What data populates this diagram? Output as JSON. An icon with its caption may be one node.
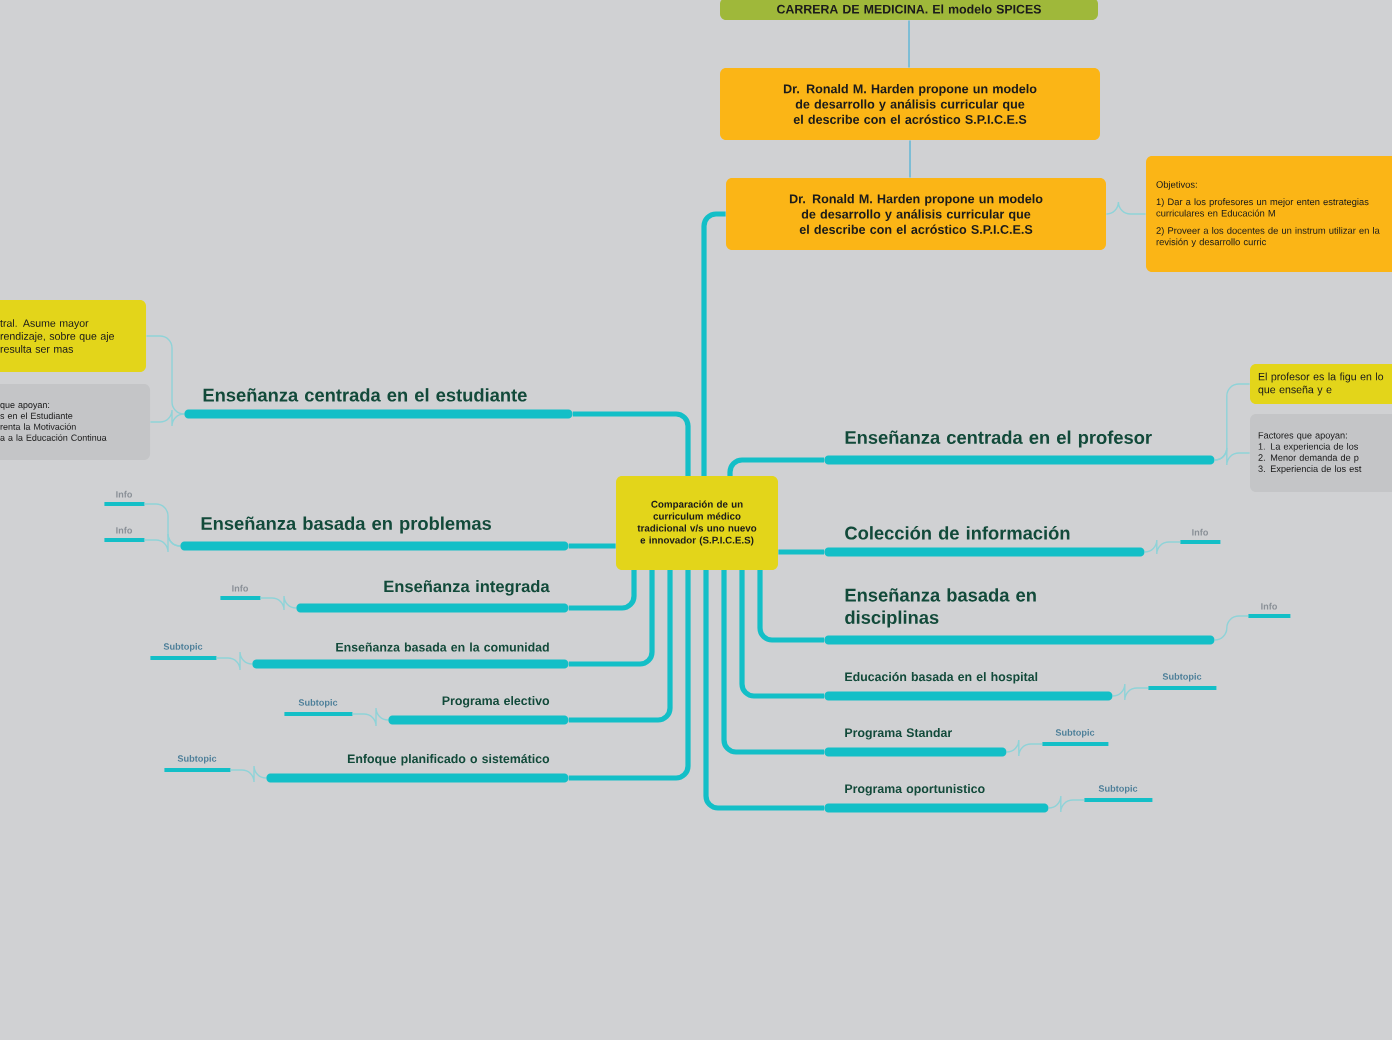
{
  "diagram": {
    "nodes": [
      {
        "text": [
          "CARRERA DE MEDICINA. El modelo SPICES"
        ]
      },
      {
        "text": [
          "Dr. Ronald M. Harden propone un modelo de desarrollo y análisis curricular que el describe con el acróstico S.P.I.C.E.S"
        ]
      },
      {
        "text": [
          "Dr. Ronald M. Harden propone un modelo de desarrollo y análisis curricular que el describe con el acróstico S.P.I.C.E.S"
        ]
      },
      {
        "text": [
          "Objetivos:",
          "1) Dar a los profesores un mejor enten estrategias curriculares en Educación M",
          "2) Proveer a los docentes de un instrum utilizar en la revisión y desarrollo curric"
        ]
      },
      {
        "text": [
          "Comparación de un curriculum médico tradicional v/s uno nuevo e innovador (S.P.I.C.E.S)"
        ]
      },
      {
        "text": [
          "Enseñanza centrada en el estudiante"
        ]
      },
      {
        "text": [
          "tral. Asume mayor rendizaje, sobre que aje resulta ser mas"
        ]
      },
      {
        "text": [
          "que apoyan:",
          "s en el Estudiante",
          "renta la Motivación",
          "a a la Educación Continua"
        ]
      },
      {
        "text": [
          "Enseñanza basada en problemas"
        ]
      },
      {
        "text": [
          "Info"
        ]
      },
      {
        "text": [
          "Info"
        ]
      },
      {
        "text": [
          "Enseñanza integrada"
        ]
      },
      {
        "text": [
          "Info"
        ]
      },
      {
        "text": [
          "Enseñanza basada en la comunidad"
        ]
      },
      {
        "text": [
          "Subtopic"
        ]
      },
      {
        "text": [
          "Programa electivo"
        ]
      },
      {
        "text": [
          "Subtopic"
        ]
      },
      {
        "text": [
          "Enfoque planificado o sistemático"
        ]
      },
      {
        "text": [
          "Subtopic"
        ]
      },
      {
        "text": [
          "Enseñanza centrada en el profesor"
        ]
      },
      {
        "text": [
          "El profesor es la figu en lo que enseña y e"
        ]
      },
      {
        "text": [
          "Factores que apoyan:",
          "1. La experiencia de los",
          "2. Menor demanda de p",
          "3. Experiencia de los est"
        ]
      },
      {
        "text": [
          "Colección de información"
        ]
      },
      {
        "text": [
          "Info"
        ]
      },
      {
        "text": [
          "Enseñanza basada en disciplinas"
        ]
      },
      {
        "text": [
          "Info"
        ]
      },
      {
        "text": [
          "Educación basada en el hospital"
        ]
      },
      {
        "text": [
          "Subtopic"
        ]
      },
      {
        "text": [
          "Programa Standar"
        ]
      },
      {
        "text": [
          "Subtopic"
        ]
      },
      {
        "text": [
          "Programa oportunistico"
        ]
      },
      {
        "text": [
          "Subtopic"
        ]
      }
    ],
    "edges": [
      {
        "from": 0,
        "to": 1,
        "arrow": "none",
        "color": "#5ab4d6"
      },
      {
        "from": 1,
        "to": 2,
        "arrow": "none",
        "color": "#5ab4d6"
      },
      {
        "from": 2,
        "to": 3,
        "arrow": "none"
      },
      {
        "from": 4,
        "to": 2,
        "arrow": "none",
        "style": "thick",
        "color": "#13bfc7"
      },
      {
        "from": 4,
        "to": 5,
        "arrow": "none",
        "style": "thick",
        "color": "#13bfc7"
      },
      {
        "from": 5,
        "to": 6,
        "arrow": "none"
      },
      {
        "from": 5,
        "to": 7,
        "arrow": "none"
      },
      {
        "from": 4,
        "to": 8,
        "arrow": "none",
        "style": "thick",
        "color": "#13bfc7"
      },
      {
        "from": 8,
        "to": 9,
        "arrow": "none"
      },
      {
        "from": 8,
        "to": 10,
        "arrow": "none"
      },
      {
        "from": 4,
        "to": 11,
        "arrow": "none",
        "style": "thick",
        "color": "#13bfc7"
      },
      {
        "from": 11,
        "to": 12,
        "arrow": "none"
      },
      {
        "from": 4,
        "to": 13,
        "arrow": "none",
        "style": "thick",
        "color": "#13bfc7"
      },
      {
        "from": 13,
        "to": 14,
        "arrow": "none"
      },
      {
        "from": 4,
        "to": 15,
        "arrow": "none",
        "style": "thick",
        "color": "#13bfc7"
      },
      {
        "from": 15,
        "to": 16,
        "arrow": "none"
      },
      {
        "from": 4,
        "to": 17,
        "arrow": "none",
        "style": "thick",
        "color": "#13bfc7"
      },
      {
        "from": 17,
        "to": 18,
        "arrow": "none"
      },
      {
        "from": 4,
        "to": 19,
        "arrow": "none",
        "style": "thick",
        "color": "#13bfc7"
      },
      {
        "from": 19,
        "to": 20,
        "arrow": "none"
      },
      {
        "from": 19,
        "to": 21,
        "arrow": "none"
      },
      {
        "from": 4,
        "to": 22,
        "arrow": "none",
        "style": "thick",
        "color": "#13bfc7"
      },
      {
        "from": 22,
        "to": 23,
        "arrow": "none"
      },
      {
        "from": 4,
        "to": 24,
        "arrow": "none",
        "style": "thick",
        "color": "#13bfc7"
      },
      {
        "from": 24,
        "to": 25,
        "arrow": "none"
      },
      {
        "from": 4,
        "to": 26,
        "arrow": "none",
        "style": "thick",
        "color": "#13bfc7"
      },
      {
        "from": 26,
        "to": 27,
        "arrow": "none"
      },
      {
        "from": 4,
        "to": 28,
        "arrow": "none",
        "style": "thick",
        "color": "#13bfc7"
      },
      {
        "from": 28,
        "to": 29,
        "arrow": "none"
      },
      {
        "from": 4,
        "to": 30,
        "arrow": "none",
        "style": "thick",
        "color": "#13bfc7"
      },
      {
        "from": 30,
        "to": 31,
        "arrow": "none"
      }
    ]
  }
}
